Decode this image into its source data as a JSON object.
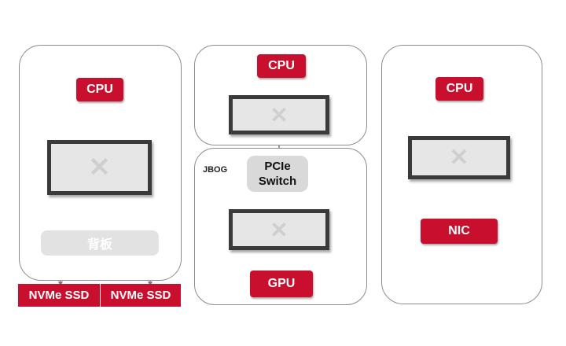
{
  "panel1": {
    "cpu": "CPU",
    "backplane": "背板",
    "ssd1": "NVMe SSD",
    "ssd2": "NVMe SSD"
  },
  "panel2": {
    "cpu": "CPU",
    "jbog_label": "JBOG",
    "pcie_switch_line1": "PCIe",
    "pcie_switch_line2": "Switch",
    "gpu": "GPU"
  },
  "panel3": {
    "cpu": "CPU",
    "nic": "NIC"
  },
  "colors": {
    "accent_red": "#c8102e",
    "chip_border": "#3a3a3a",
    "chip_fill": "#e6e6e6",
    "gray_box": "#d9d9d9",
    "panel_border": "#8c8c8c"
  },
  "icons": {
    "chip_logo": "x-chip-logo"
  }
}
